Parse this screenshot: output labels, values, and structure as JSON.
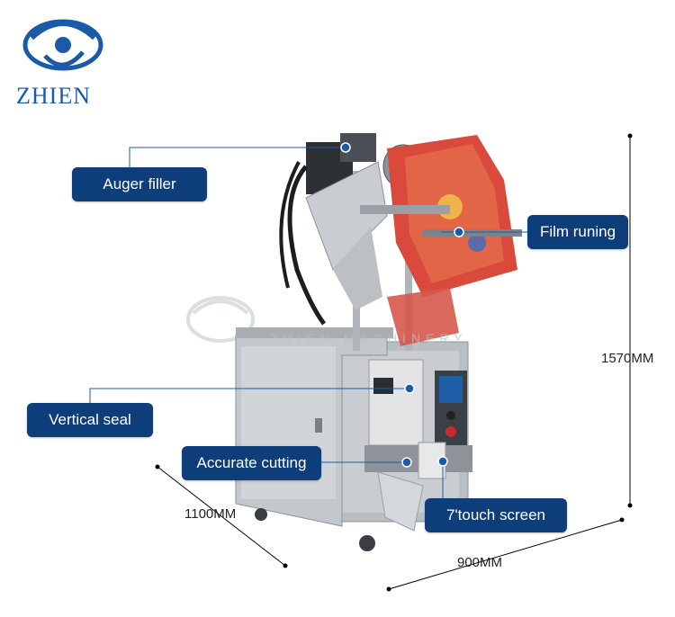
{
  "brand": {
    "name": "ZHIEN",
    "logo_icon": "zhien-swirl-logo-icon",
    "color": "#1a5aa8"
  },
  "watermark": {
    "latin": "ZHIEN MACHINERY"
  },
  "callouts": {
    "auger": "Auger filler",
    "film": "Film runing",
    "vertical_seal": "Vertical seal",
    "cutting": "Accurate cutting",
    "touch": "7'touch screen"
  },
  "dimensions": {
    "height": "1570MM",
    "depth": "1100MM",
    "width": "900MM"
  },
  "colors": {
    "callout_bg": "#0d3e7a",
    "callout_text": "#ffffff",
    "leader": "#1a5aa8"
  }
}
